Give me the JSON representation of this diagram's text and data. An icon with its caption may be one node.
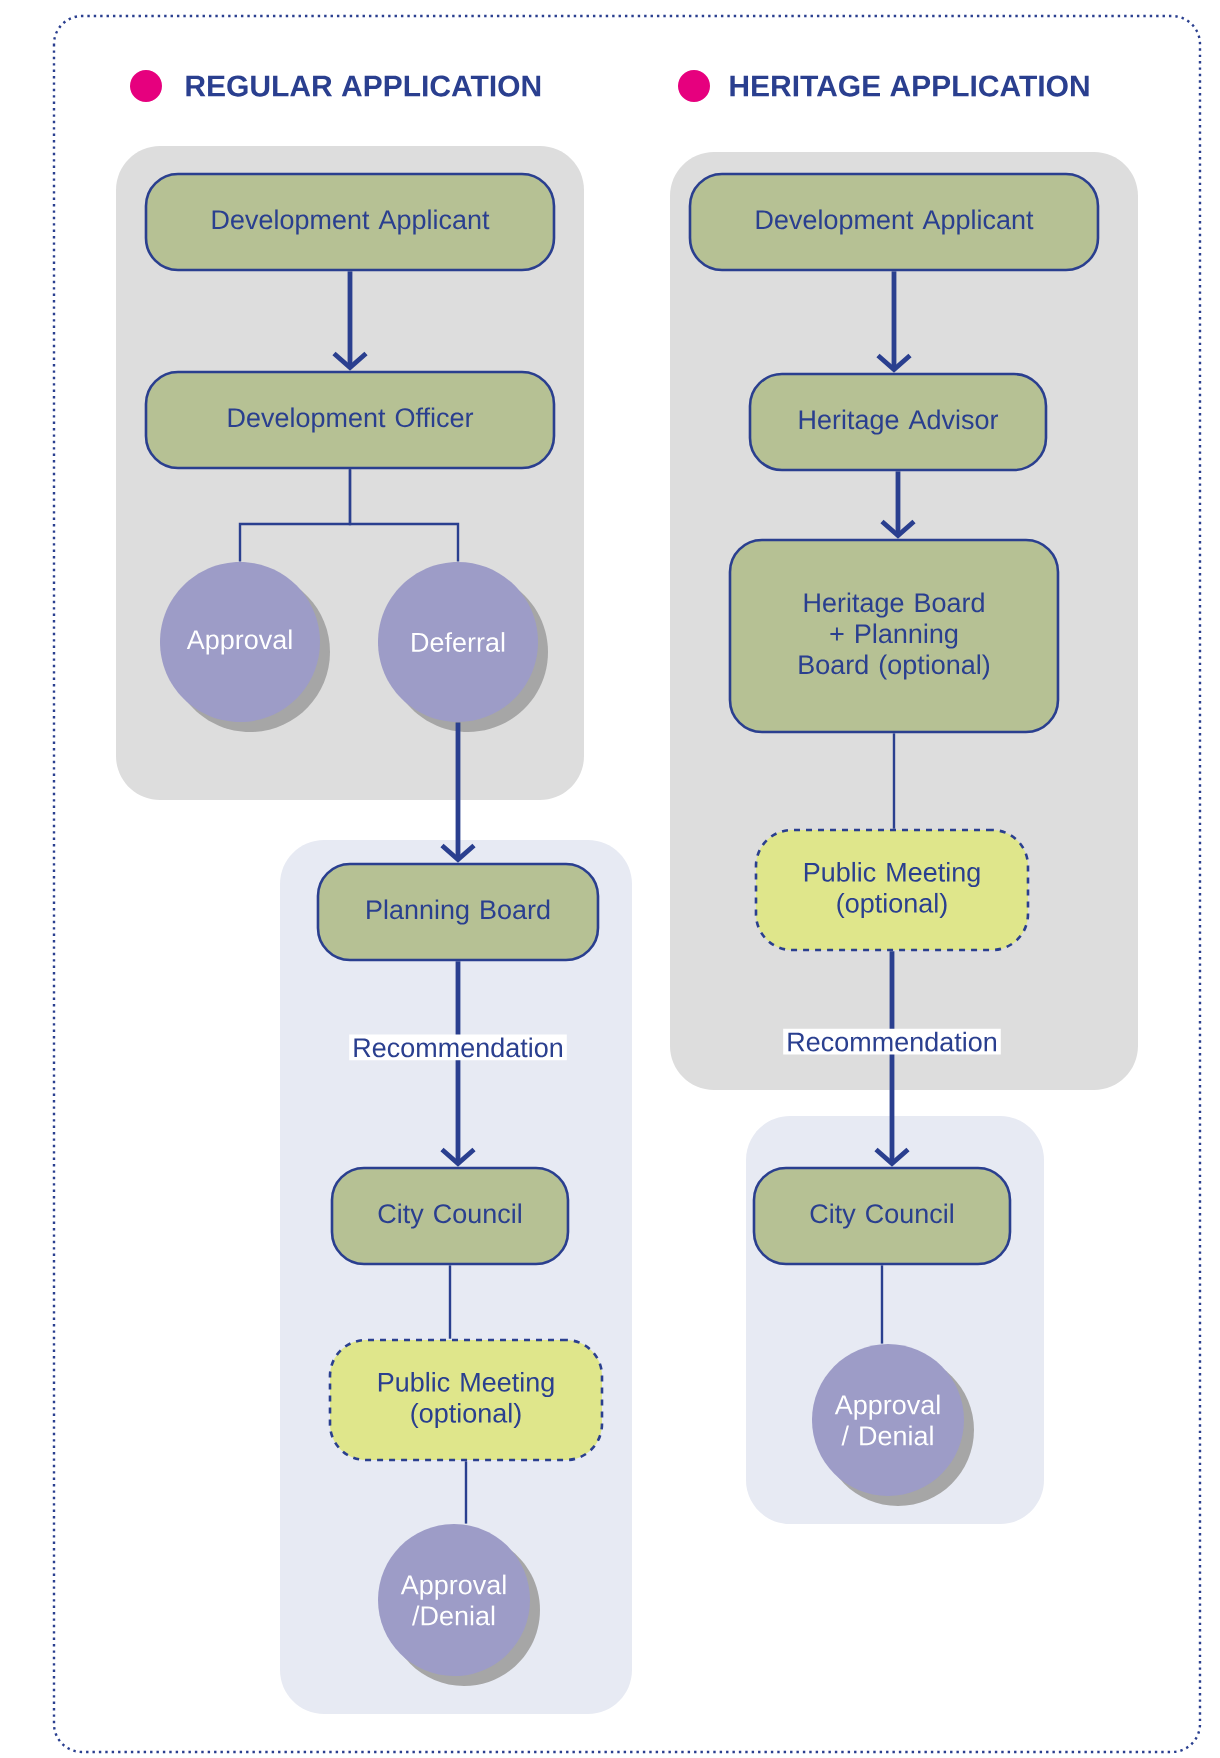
{
  "diagram": {
    "nodes": [
      {
        "text": [],
        "shape": "box"
      },
      {
        "text": [
          "Development Applicant"
        ],
        "in": 0
      },
      {
        "text": [
          "Development Officer"
        ],
        "in": 0
      },
      {
        "text": [
          "Approval"
        ],
        "in": 0
      },
      {
        "text": [
          "Deferral"
        ],
        "in": 0
      },
      {
        "text": [],
        "shape": "box"
      },
      {
        "text": [
          "Planning Board"
        ],
        "in": 5
      },
      {
        "text": [
          "City Council"
        ],
        "in": 5
      },
      {
        "text": [
          "Public Meeting (optional)"
        ],
        "in": 5
      },
      {
        "text": [
          "Approval /Denial"
        ],
        "in": 5
      },
      {
        "text": [],
        "shape": "box"
      },
      {
        "text": [
          "Development Applicant"
        ],
        "in": 10
      },
      {
        "text": [
          "Heritage Advisor"
        ],
        "in": 10
      },
      {
        "text": [
          "Heritage Board + Planning Board (optional)"
        ],
        "in": 10
      },
      {
        "text": [
          "Public Meeting (optional)"
        ],
        "in": 10
      },
      {
        "text": [],
        "shape": "box"
      },
      {
        "text": [
          "City Council"
        ],
        "in": 15
      },
      {
        "text": [
          "Approval / Denial"
        ],
        "in": 15
      }
    ],
    "edges": [
      {
        "from": 1,
        "to": 2,
        "arrow": "to"
      },
      {
        "from": 2,
        "to": 3,
        "arrow": "none"
      },
      {
        "from": 2,
        "to": 4,
        "arrow": "none"
      },
      {
        "from": 4,
        "to": 6,
        "arrow": "to"
      },
      {
        "from": 6,
        "to": 7,
        "arrow": "to",
        "label": "Recommendation"
      },
      {
        "from": 7,
        "to": 8,
        "arrow": "none"
      },
      {
        "from": 8,
        "to": 9,
        "arrow": "none"
      },
      {
        "from": 11,
        "to": 12,
        "arrow": "to"
      },
      {
        "from": 12,
        "to": 13,
        "arrow": "to"
      },
      {
        "from": 13,
        "to": 14,
        "arrow": "none"
      },
      {
        "from": 14,
        "to": 16,
        "arrow": "to",
        "label": "Recommendation"
      },
      {
        "from": 16,
        "to": 17,
        "arrow": "none"
      }
    ],
    "labels": [
      "REGULAR APPLICATION",
      "HERITAGE APPLICATION"
    ]
  }
}
